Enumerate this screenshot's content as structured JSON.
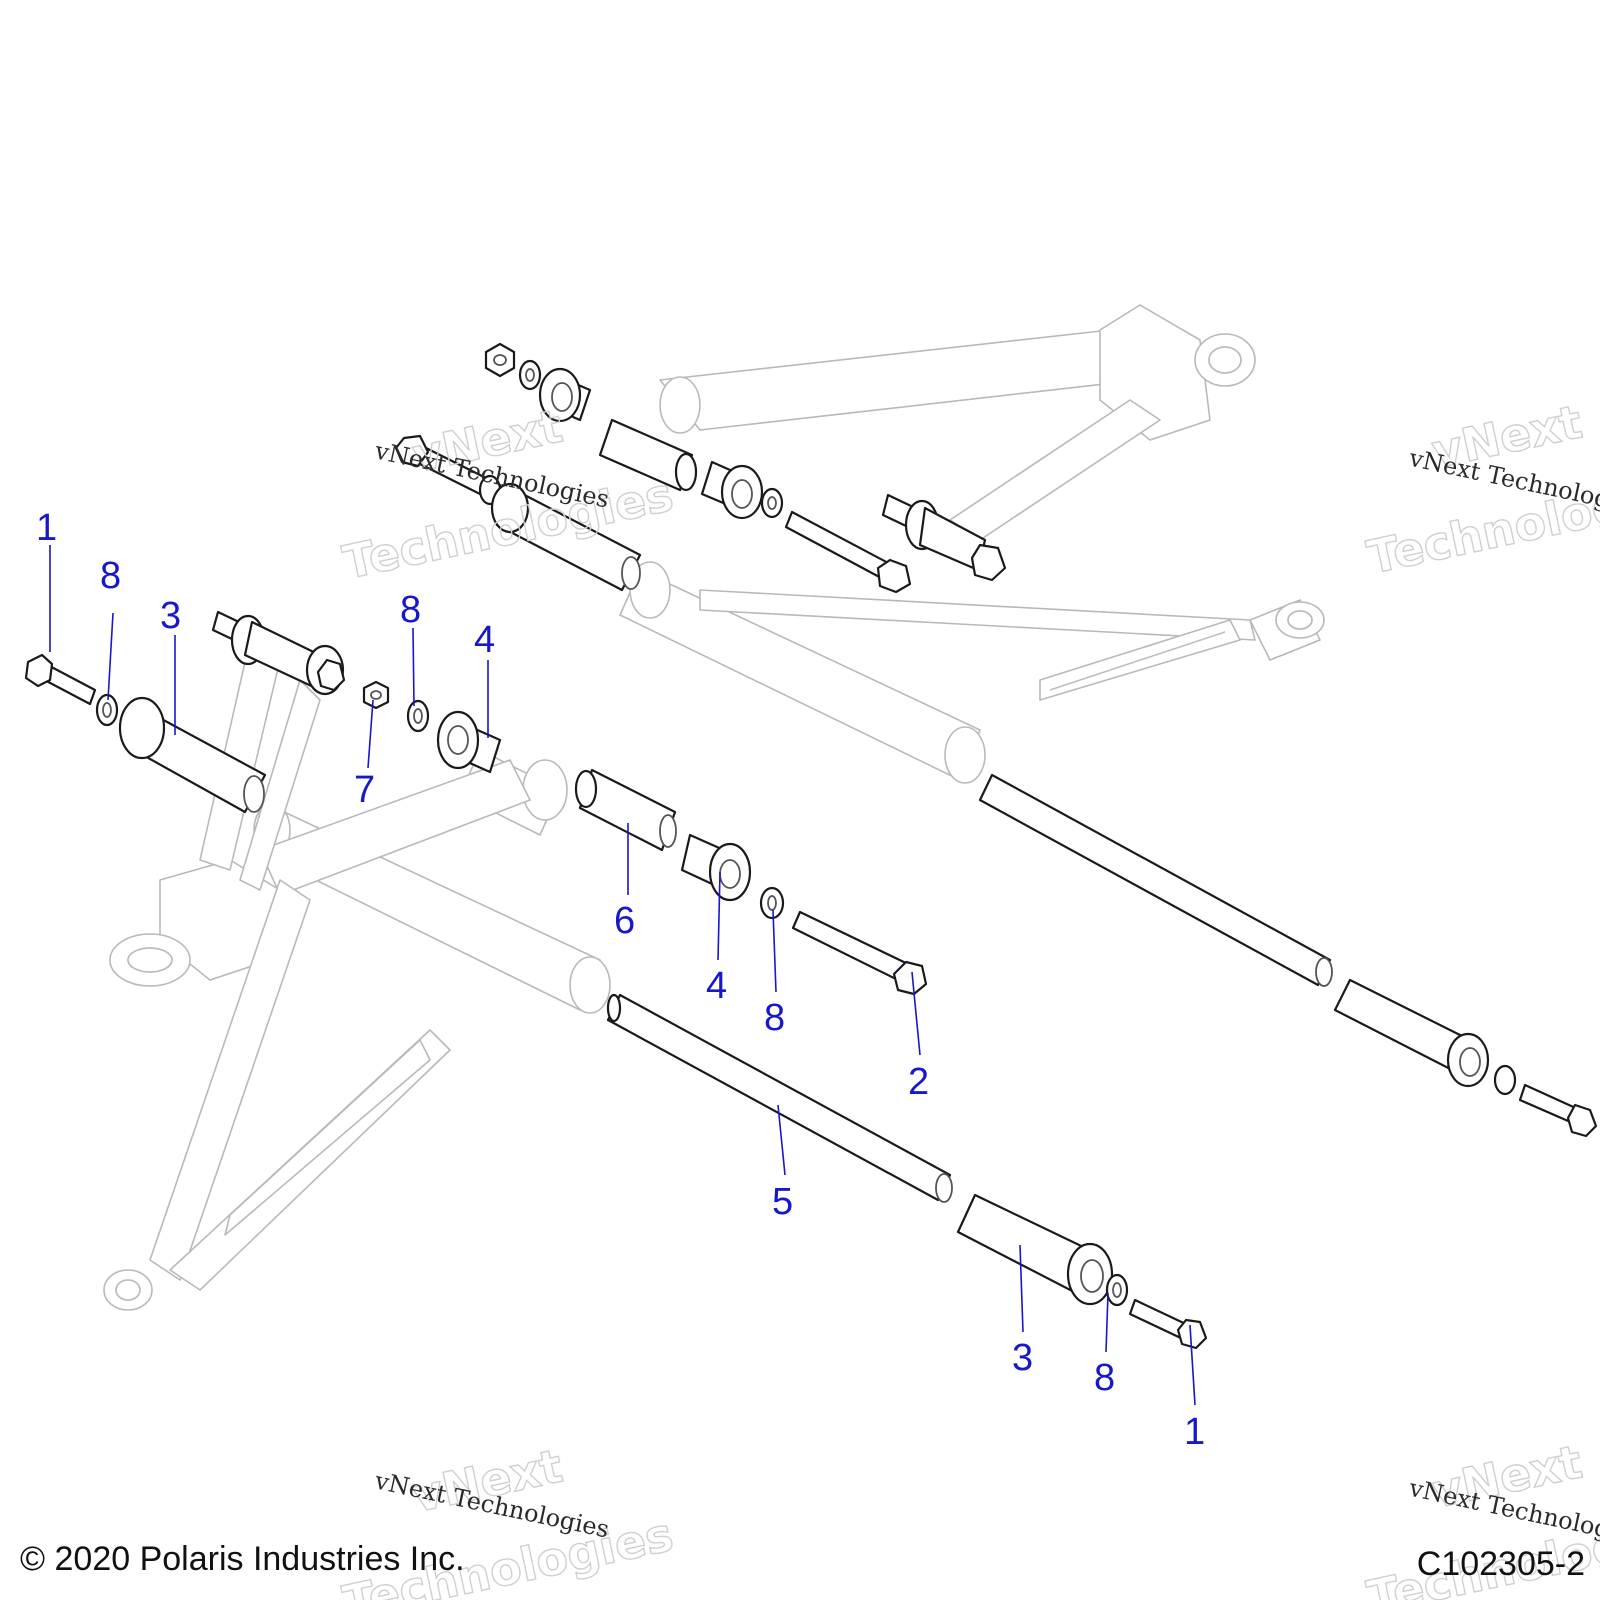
{
  "callouts": [
    {
      "id": "callout-1-top",
      "label": "1"
    },
    {
      "id": "callout-8-top-left",
      "label": "8"
    },
    {
      "id": "callout-3-top",
      "label": "3"
    },
    {
      "id": "callout-8-top-mid",
      "label": "8"
    },
    {
      "id": "callout-4-top",
      "label": "4"
    },
    {
      "id": "callout-7",
      "label": "7"
    },
    {
      "id": "callout-6",
      "label": "6"
    },
    {
      "id": "callout-4-mid",
      "label": "4"
    },
    {
      "id": "callout-8-mid",
      "label": "8"
    },
    {
      "id": "callout-2",
      "label": "2"
    },
    {
      "id": "callout-5",
      "label": "5"
    },
    {
      "id": "callout-3-bottom",
      "label": "3"
    },
    {
      "id": "callout-8-bottom",
      "label": "8"
    },
    {
      "id": "callout-1-bottom",
      "label": "1"
    }
  ],
  "watermark": {
    "line_small": "vNext Technologies",
    "line_big_1": "vNext",
    "line_big_2": "Technologies"
  },
  "footer": {
    "copyright": "© 2020 Polaris Industries Inc.",
    "diagram_code": "C102305-2"
  }
}
